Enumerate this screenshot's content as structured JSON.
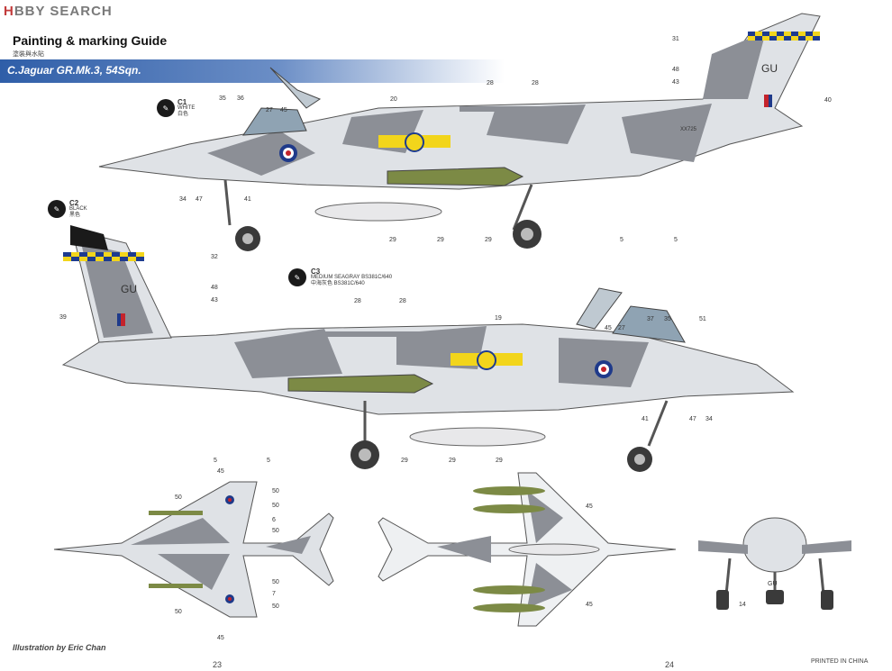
{
  "watermark": {
    "brand_a": "H",
    "brand_b": "BBY SEARCH"
  },
  "header": {
    "title": "Painting & marking Guide",
    "subtitle": "塗裝與水貼",
    "banner": "C.Jaguar GR.Mk.3, 54Sqn."
  },
  "color_chips": [
    {
      "code": "C1",
      "name": "WHITE",
      "cn": "白色"
    },
    {
      "code": "C2",
      "name": "BLACK",
      "cn": "黑色"
    },
    {
      "code": "C3",
      "name": "MEDIUM SEAGRAY BS381C/640",
      "cn": "中海灰色 BS381C/640"
    }
  ],
  "serial": "XX725",
  "tail_code": "GU",
  "callouts_top": [
    "31",
    "48",
    "43",
    "40",
    "28",
    "28",
    "20",
    "27",
    "45",
    "35",
    "36",
    "34",
    "47",
    "41",
    "29",
    "29",
    "29",
    "5",
    "5"
  ],
  "callouts_bottom": [
    "32",
    "48",
    "43",
    "39",
    "28",
    "28",
    "19",
    "45",
    "27",
    "37",
    "35",
    "51",
    "41",
    "47",
    "34",
    "5",
    "5",
    "29",
    "29",
    "29"
  ],
  "callouts_plan": [
    "45",
    "50",
    "50",
    "50",
    "6",
    "50",
    "50",
    "7",
    "50",
    "50",
    "45",
    "45",
    "45",
    "14"
  ],
  "footer": {
    "illustrator": "Illustration by Eric Chan",
    "page_left": "23",
    "page_right": "24",
    "printed": "PRINTED IN CHINA"
  },
  "colors": {
    "banner": "#2f5ea8",
    "camo_grey": "#8c8f96",
    "camo_light": "#dfe2e6",
    "insignia_red": "#c4232b",
    "insignia_blue": "#1f3a8a",
    "checker_yellow": "#f2d51b",
    "checker_blue": "#1d3b8f",
    "ordnance_green": "#7c8a45"
  }
}
